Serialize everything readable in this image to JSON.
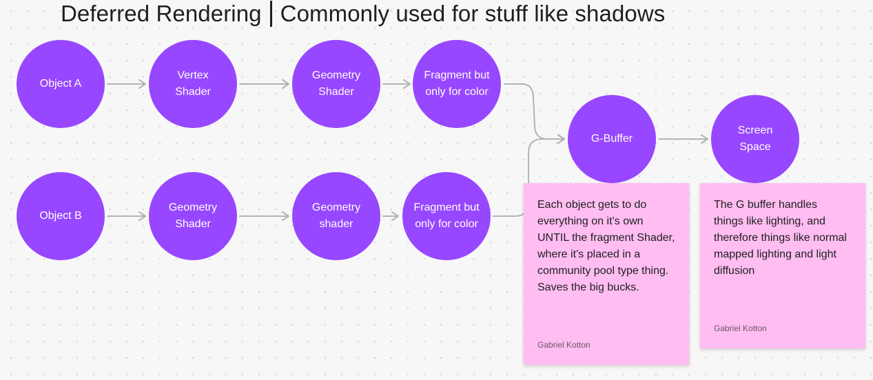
{
  "title": {
    "left": "Deferred Rendering",
    "right": "Commonly used for stuff like shadows"
  },
  "nodes": {
    "object_a": "Object A",
    "vertex_shader": "Vertex Shader",
    "geometry_shader_a": "Geometry Shader",
    "fragment_a": "Fragment but only for color",
    "object_b": "Object B",
    "geometry_shader_b1": "Geometry Shader",
    "geometry_shader_b2": "Geometry shader",
    "fragment_b": "Fragment but only for color",
    "g_buffer": "G-Buffer",
    "screen_space": "Screen Space"
  },
  "notes": [
    {
      "text": "Each object gets to do everything on it’s own UNTIL the fragment Shader, where it’s placed in a community pool type thing. Saves the big bucks.",
      "author": "Gabriel Kotton"
    },
    {
      "text": "The G buffer handles things like lighting, and therefore things like normal mapped lighting and light diffusion",
      "author": "Gabriel Kotton"
    }
  ],
  "colors": {
    "node_fill": "#9747ff",
    "node_text": "#ffffff",
    "sticky_fill": "#ffbdf2",
    "connector": "#b3b3b3"
  }
}
